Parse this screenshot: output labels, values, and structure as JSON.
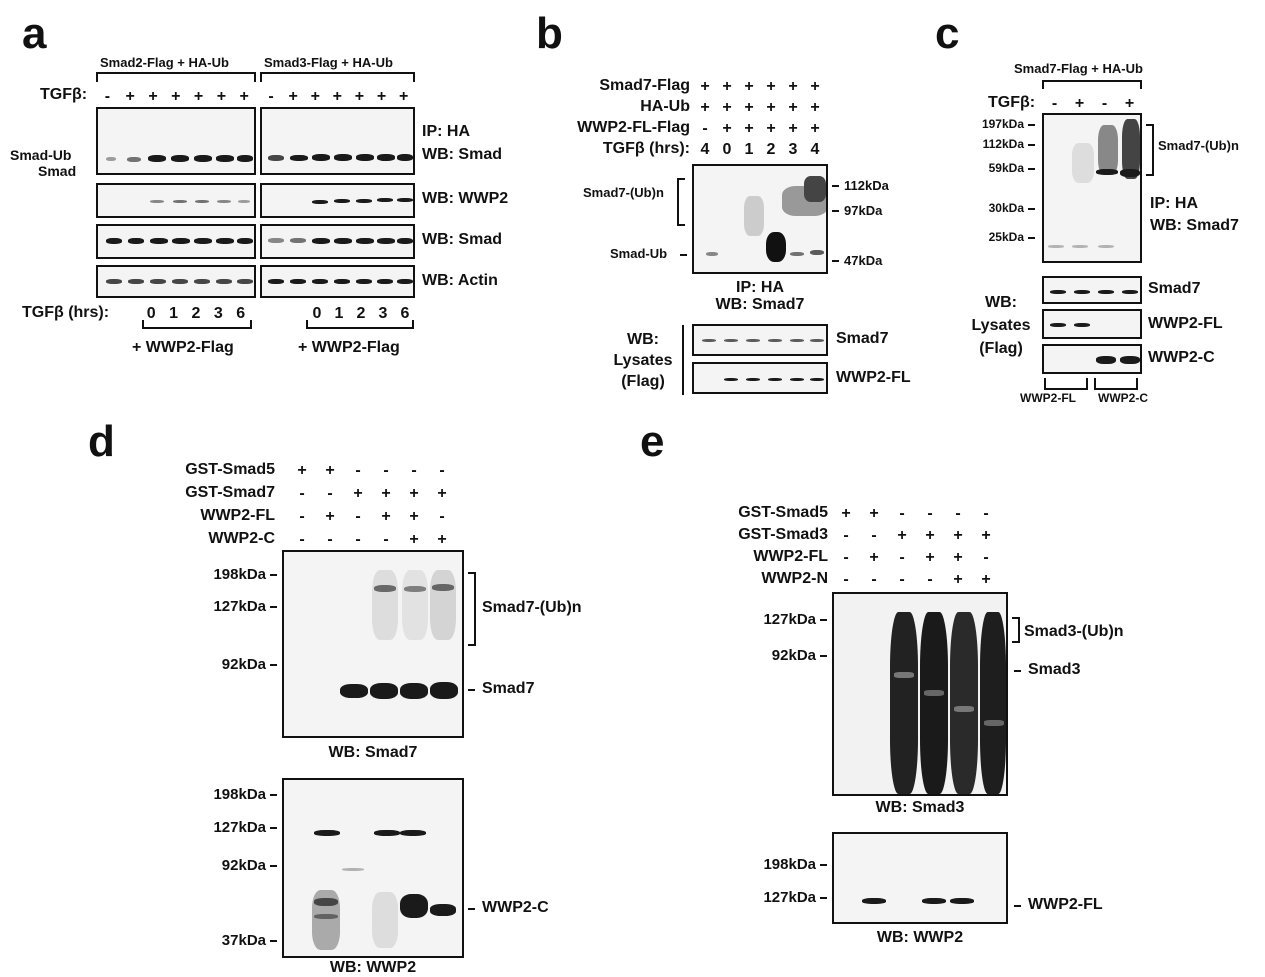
{
  "panel_a": {
    "label": "a",
    "group_left": "Smad2-Flag + HA-Ub",
    "group_right": "Smad3-Flag + HA-Ub",
    "tgfb_label": "TGFβ:",
    "tgfb_signs": [
      "-",
      "+",
      "+",
      "+",
      "+",
      "+",
      "+"
    ],
    "band_labels": {
      "ub": "Smad-Ub",
      "smad": "Smad"
    },
    "blot_labels": [
      "IP: HA",
      "WB: Smad",
      "WB: WWP2",
      "WB: Smad",
      "WB: Actin"
    ],
    "time_label": "TGFβ (hrs):",
    "times": [
      "0",
      "1",
      "2",
      "3",
      "6"
    ],
    "wwp2": "+ WWP2-Flag"
  },
  "panel_b": {
    "label": "b",
    "row_labels": [
      "Smad7-Flag",
      "HA-Ub",
      "WWP2-FL-Flag",
      "TGFβ (hrs):"
    ],
    "rows": [
      [
        "+",
        "+",
        "+",
        "+",
        "+",
        "+"
      ],
      [
        "+",
        "+",
        "+",
        "+",
        "+",
        "+"
      ],
      [
        "-",
        "+",
        "+",
        "+",
        "+",
        "+"
      ],
      [
        "4",
        "0",
        "1",
        "2",
        "3",
        "4"
      ]
    ],
    "left_labels": {
      "ubn": "Smad7-(Ub)n",
      "ub": "Smad-Ub"
    },
    "markers": [
      "112kDa",
      "97kDa",
      "47kDa"
    ],
    "caption1": "IP: HA",
    "caption2": "WB: Smad7",
    "lysate_label": [
      "WB:",
      "Lysates",
      "(Flag)"
    ],
    "lysate_blots": [
      "Smad7",
      "WWP2-FL"
    ]
  },
  "panel_c": {
    "label": "c",
    "group": "Smad7-Flag + HA-Ub",
    "tgfb_label": "TGFβ:",
    "tgfb_signs": [
      "-",
      "+",
      "-",
      "+"
    ],
    "markers": [
      "197kDa",
      "112kDa",
      "59kDa",
      "30kDa",
      "25kDa"
    ],
    "ubn": "Smad7-(Ub)n",
    "caption1": "IP: HA",
    "caption2": "WB: Smad7",
    "lysate_label": [
      "WB:",
      "Lysates",
      "(Flag)"
    ],
    "lysate_blots": [
      "Smad7",
      "WWP2-FL",
      "WWP2-C"
    ],
    "bottom": [
      "WWP2-FL",
      "WWP2-C"
    ]
  },
  "panel_d": {
    "label": "d",
    "row_labels": [
      "GST-Smad5",
      "GST-Smad7",
      "WWP2-FL",
      "WWP2-C"
    ],
    "rows": [
      [
        "+",
        "+",
        "-",
        "-",
        "-",
        "-"
      ],
      [
        "-",
        "-",
        "+",
        "+",
        "+",
        "+"
      ],
      [
        "-",
        "+",
        "-",
        "+",
        "+",
        "-"
      ],
      [
        "-",
        "-",
        "-",
        "-",
        "+",
        "+"
      ]
    ],
    "markers_top": [
      "198kDa",
      "127kDa",
      "92kDa"
    ],
    "right_top": [
      "Smad7-(Ub)n",
      "Smad7"
    ],
    "caption_top": "WB: Smad7",
    "markers_bottom": [
      "198kDa",
      "127kDa",
      "92kDa",
      "37kDa"
    ],
    "right_bottom": "WWP2-C",
    "caption_bottom": "WB: WWP2"
  },
  "panel_e": {
    "label": "e",
    "row_labels": [
      "GST-Smad5",
      "GST-Smad3",
      "WWP2-FL",
      "WWP2-N"
    ],
    "rows": [
      [
        "+",
        "+",
        "-",
        "-",
        "-",
        "-"
      ],
      [
        "-",
        "-",
        "+",
        "+",
        "+",
        "+"
      ],
      [
        "-",
        "+",
        "-",
        "+",
        "+",
        "-"
      ],
      [
        "-",
        "-",
        "-",
        "-",
        "+",
        "+"
      ]
    ],
    "markers_top": [
      "127kDa",
      "92kDa"
    ],
    "right_top": [
      "Smad3-(Ub)n",
      "Smad3"
    ],
    "caption_top": "WB: Smad3",
    "markers_bottom": [
      "198kDa",
      "127kDa"
    ],
    "right_bottom": "WWP2-FL",
    "caption_bottom": "WB: WWP2"
  }
}
